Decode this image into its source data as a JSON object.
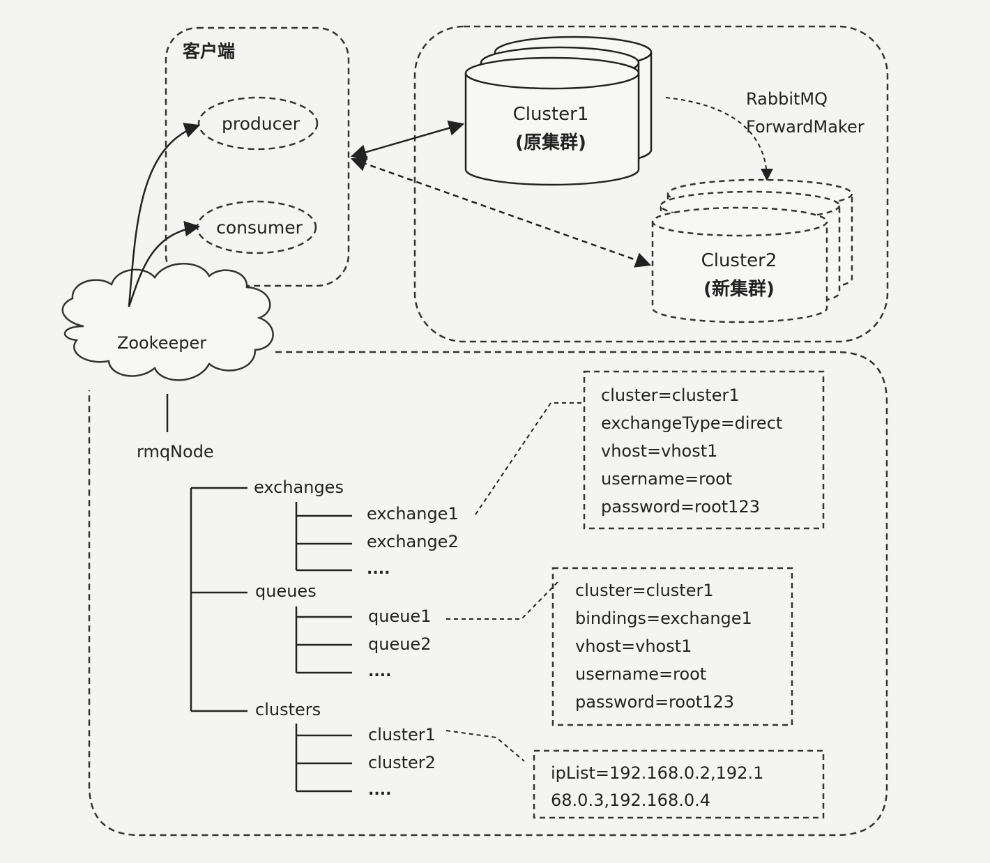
{
  "client": {
    "title": "客户端",
    "producer": "producer",
    "consumer": "consumer"
  },
  "rabbit": {
    "cluster1_name": "Cluster1",
    "cluster1_sub": "(原集群)",
    "cluster2_name": "Cluster2",
    "cluster2_sub": "(新集群)",
    "forward_line1": "RabbitMQ",
    "forward_line2": "ForwardMaker"
  },
  "zookeeper": {
    "label": "Zookeeper"
  },
  "tree": {
    "root": "rmqNode",
    "exchanges": "exchanges",
    "exchange1": "exchange1",
    "exchange2": "exchange2",
    "exchanges_more": "....",
    "queues": "queues",
    "queue1": "queue1",
    "queue2": "queue2",
    "queues_more": "....",
    "clusters": "clusters",
    "cluster1": "cluster1",
    "cluster2": "cluster2",
    "clusters_more": "...."
  },
  "info": {
    "exchange": [
      "cluster=cluster1",
      "exchangeType=direct",
      "vhost=vhost1",
      "username=root",
      "password=root123"
    ],
    "queue": [
      "cluster=cluster1",
      "bindings=exchange1",
      "vhost=vhost1",
      "username=root",
      "password=root123"
    ],
    "cluster": [
      "ipList=192.168.0.2,192.1",
      "68.0.3,192.168.0.4"
    ]
  }
}
